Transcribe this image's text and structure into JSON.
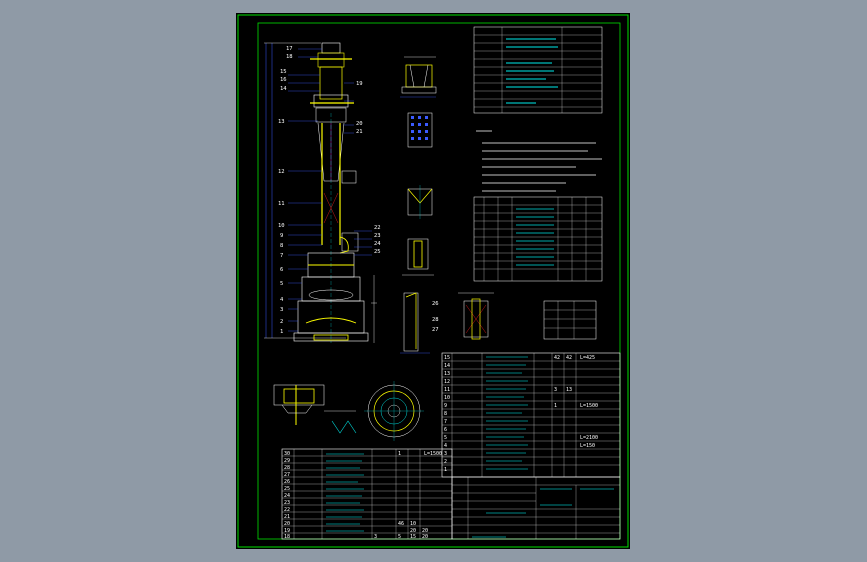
{
  "balloons_left": [
    "17",
    "18",
    "15",
    "16",
    "14",
    "13",
    "12",
    "11",
    "10",
    "9",
    "8",
    "7",
    "6",
    "5",
    "4",
    "3",
    "2",
    "1"
  ],
  "balloons_right": [
    "19",
    "20",
    "21",
    "22",
    "23",
    "24",
    "25",
    "26",
    "27",
    "28"
  ],
  "parts_list_header_numbers": [
    "15",
    "14",
    "13",
    "12",
    "11",
    "10",
    "9",
    "8",
    "7",
    "6",
    "5",
    "4",
    "3",
    "2",
    "1"
  ],
  "bottom_table_numbers": [
    "30",
    "29",
    "28",
    "27",
    "26",
    "25",
    "24",
    "23",
    "22",
    "21",
    "20",
    "19",
    "18"
  ],
  "bottom_table_values": {
    "r30": [
      "1",
      "L=1500"
    ],
    "r18": [
      "3",
      "5",
      "15",
      "20"
    ],
    "r19": [
      "20",
      "20"
    ],
    "r20": [
      "46",
      "10"
    ]
  },
  "right_table_values": {
    "r15": [
      "42",
      "42",
      "L=425"
    ],
    "r11": [
      "3",
      "13"
    ],
    "r9": [
      "1",
      "L=1500"
    ],
    "r5": [
      "L=2100"
    ],
    "r4": [
      "L=150"
    ]
  },
  "colors": {
    "frame": "#00e000",
    "text": "#ffffff",
    "highlight": "#ffff00",
    "dim": "#3b5bff",
    "accent": "#00e0e0",
    "background": "#8f9aa6",
    "sheet": "#000000"
  }
}
